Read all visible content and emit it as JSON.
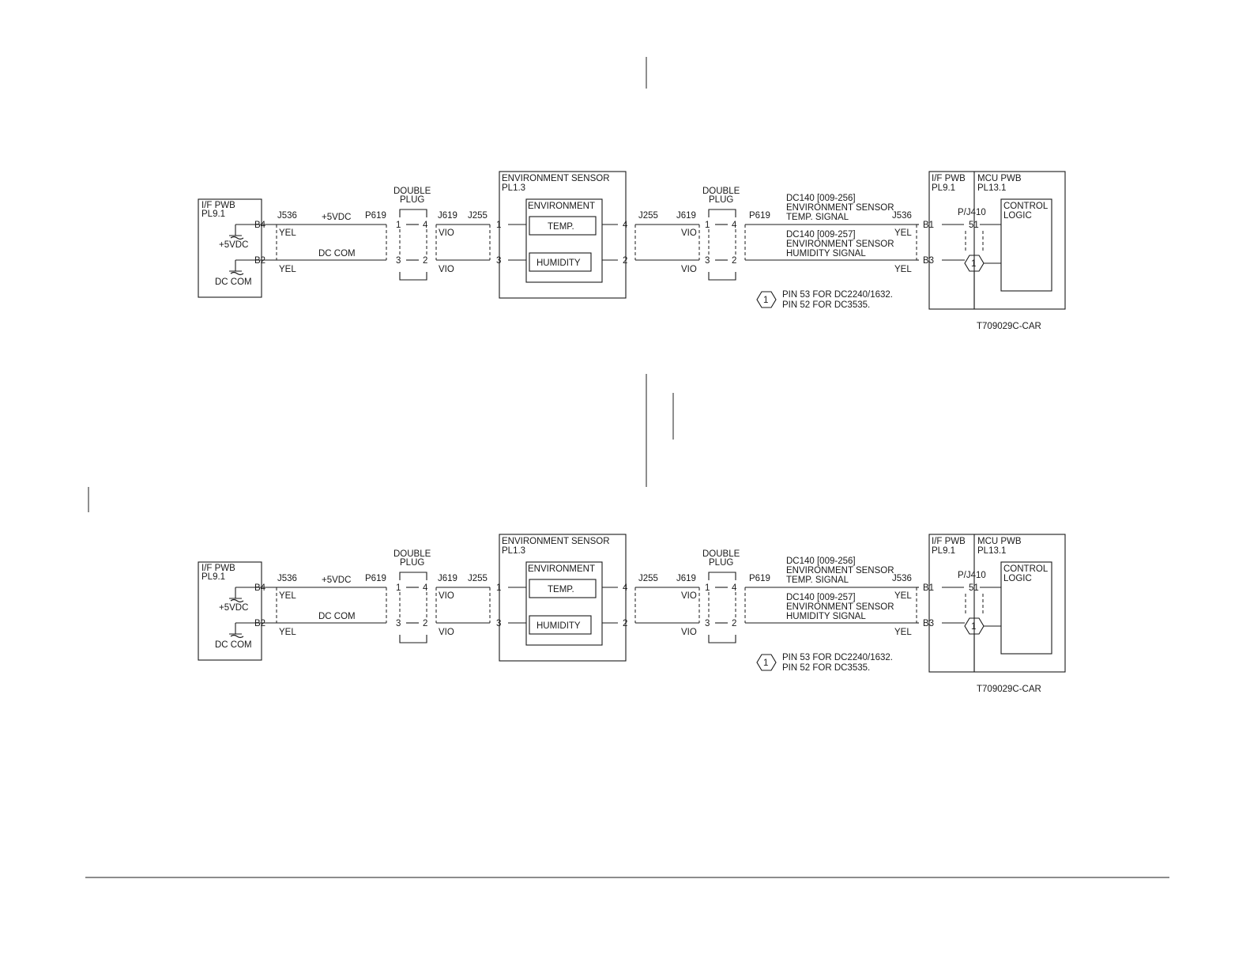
{
  "diagrams": [
    {
      "ifpwb_left": [
        "I/F PWB",
        "PL9.1"
      ],
      "pin_b4": "B4",
      "pin_b2": "B2",
      "ground_5v": "+5VDC",
      "ground_dccom": "DC COM",
      "j536_left": "J536",
      "wire_5vdc": "+5VDC",
      "p619_left": "P619",
      "yel_top_left": "YEL",
      "wire_dccom": "DC COM",
      "yel_bot_left": "YEL",
      "double_plug_left": [
        "DOUBLE",
        "PLUG"
      ],
      "dp_left_pins": [
        "1",
        "4",
        "3",
        "2"
      ],
      "j619_left": "J619",
      "j255_left": "J255",
      "vio_top_left": "VIO",
      "vio_bot_left": "VIO",
      "env_sensor": [
        "ENVIRONMENT SENSOR",
        "PL1.3"
      ],
      "env_inner": "ENVIRONMENT",
      "temp": "TEMP.",
      "humidity": "HUMIDITY",
      "env_pins": [
        "1",
        "3",
        "4",
        "2"
      ],
      "j255_right": "J255",
      "j619_right": "J619",
      "vio_top_right": "VIO",
      "vio_bot_right": "VIO",
      "double_plug_right": [
        "DOUBLE",
        "PLUG"
      ],
      "dp_right_pins": [
        "1",
        "4",
        "3",
        "2"
      ],
      "p619_right": "P619",
      "dc140_temp": [
        "DC140 [009-256]",
        "ENVIRONMENT SENSOR",
        "TEMP. SIGNAL"
      ],
      "dc140_hum": [
        "DC140 [009-257]",
        "ENVIRONMENT SENSOR",
        "HUMIDITY SIGNAL"
      ],
      "j536_right": "J536",
      "yel_top_right": "YEL",
      "yel_bot_right": "YEL",
      "pin_b1": "B1",
      "pin_b3": "B3",
      "ifpwb_right": [
        "I/F PWB",
        "PL9.1"
      ],
      "mcupwb": [
        "MCU PWB",
        "PL13.1"
      ],
      "pj410": "P/J410",
      "pin_51": "51",
      "control_logic": [
        "CONTROL",
        "LOGIC"
      ],
      "note_marker": "1",
      "note_lines": [
        "PIN 53 FOR DC2240/1632.",
        "PIN 52 FOR DC3535."
      ],
      "figure_id": "T709029C-CAR"
    },
    {
      "ifpwb_left": [
        "I/F PWB",
        "PL9.1"
      ],
      "pin_b4": "B4",
      "pin_b2": "B2",
      "ground_5v": "+5VDC",
      "ground_dccom": "DC COM",
      "j536_left": "J536",
      "wire_5vdc": "+5VDC",
      "p619_left": "P619",
      "yel_top_left": "YEL",
      "wire_dccom": "DC COM",
      "yel_bot_left": "YEL",
      "double_plug_left": [
        "DOUBLE",
        "PLUG"
      ],
      "dp_left_pins": [
        "1",
        "4",
        "3",
        "2"
      ],
      "j619_left": "J619",
      "j255_left": "J255",
      "vio_top_left": "VIO",
      "vio_bot_left": "VIO",
      "env_sensor": [
        "ENVIRONMENT SENSOR",
        "PL1.3"
      ],
      "env_inner": "ENVIRONMENT",
      "temp": "TEMP.",
      "humidity": "HUMIDITY",
      "env_pins": [
        "1",
        "3",
        "4",
        "2"
      ],
      "j255_right": "J255",
      "j619_right": "J619",
      "vio_top_right": "VIO",
      "vio_bot_right": "VIO",
      "double_plug_right": [
        "DOUBLE",
        "PLUG"
      ],
      "dp_right_pins": [
        "1",
        "4",
        "3",
        "2"
      ],
      "p619_right": "P619",
      "dc140_temp": [
        "DC140 [009-256]",
        "ENVIRONMENT SENSOR",
        "TEMP. SIGNAL"
      ],
      "dc140_hum": [
        "DC140 [009-257]",
        "ENVIRONMENT SENSOR",
        "HUMIDITY SIGNAL"
      ],
      "j536_right": "J536",
      "yel_top_right": "YEL",
      "yel_bot_right": "YEL",
      "pin_b1": "B1",
      "pin_b3": "B3",
      "ifpwb_right": [
        "I/F PWB",
        "PL9.1"
      ],
      "mcupwb": [
        "MCU PWB",
        "PL13.1"
      ],
      "pj410": "P/J410",
      "pin_51": "51",
      "control_logic": [
        "CONTROL",
        "LOGIC"
      ],
      "note_marker": "1",
      "note_lines": [
        "PIN 53 FOR DC2240/1632.",
        "PIN 52 FOR DC3535."
      ],
      "figure_id": "T709029C-CAR"
    }
  ]
}
